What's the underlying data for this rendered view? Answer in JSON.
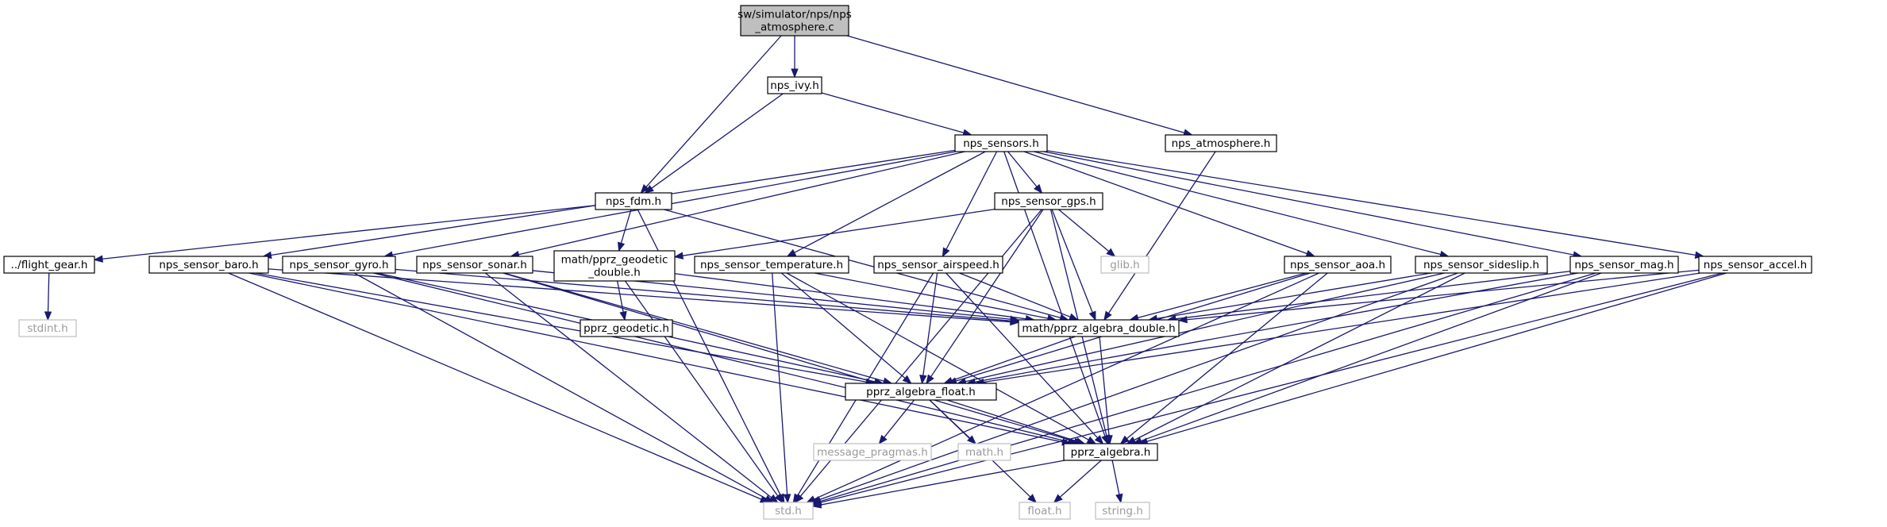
{
  "diagram": {
    "nodes": [
      {
        "id": "root",
        "lines": [
          "sw/simulator/nps/nps",
          "_atmosphere.c"
        ],
        "kind": "root"
      },
      {
        "id": "nps_ivy",
        "lines": [
          "nps_ivy.h"
        ],
        "kind": "normal"
      },
      {
        "id": "nps_atmosphere_h",
        "lines": [
          "nps_atmosphere.h"
        ],
        "kind": "normal"
      },
      {
        "id": "nps_sensors",
        "lines": [
          "nps_sensors.h"
        ],
        "kind": "normal"
      },
      {
        "id": "nps_fdm",
        "lines": [
          "nps_fdm.h"
        ],
        "kind": "normal"
      },
      {
        "id": "nps_sensor_gps",
        "lines": [
          "nps_sensor_gps.h"
        ],
        "kind": "normal"
      },
      {
        "id": "flight_gear",
        "lines": [
          "../flight_gear.h"
        ],
        "kind": "normal"
      },
      {
        "id": "nps_sensor_baro",
        "lines": [
          "nps_sensor_baro.h"
        ],
        "kind": "normal"
      },
      {
        "id": "nps_sensor_gyro",
        "lines": [
          "nps_sensor_gyro.h"
        ],
        "kind": "normal"
      },
      {
        "id": "nps_sensor_sonar",
        "lines": [
          "nps_sensor_sonar.h"
        ],
        "kind": "normal"
      },
      {
        "id": "pprz_geodetic_double",
        "lines": [
          "math/pprz_geodetic",
          "_double.h"
        ],
        "kind": "normal"
      },
      {
        "id": "nps_sensor_temperature",
        "lines": [
          "nps_sensor_temperature.h"
        ],
        "kind": "normal"
      },
      {
        "id": "nps_sensor_airspeed",
        "lines": [
          "nps_sensor_airspeed.h"
        ],
        "kind": "normal"
      },
      {
        "id": "glib",
        "lines": [
          "glib.h"
        ],
        "kind": "system"
      },
      {
        "id": "nps_sensor_aoa",
        "lines": [
          "nps_sensor_aoa.h"
        ],
        "kind": "normal"
      },
      {
        "id": "nps_sensor_sideslip",
        "lines": [
          "nps_sensor_sideslip.h"
        ],
        "kind": "normal"
      },
      {
        "id": "nps_sensor_mag",
        "lines": [
          "nps_sensor_mag.h"
        ],
        "kind": "normal"
      },
      {
        "id": "nps_sensor_accel",
        "lines": [
          "nps_sensor_accel.h"
        ],
        "kind": "normal"
      },
      {
        "id": "stdint",
        "lines": [
          "stdint.h"
        ],
        "kind": "system"
      },
      {
        "id": "pprz_geodetic",
        "lines": [
          "pprz_geodetic.h"
        ],
        "kind": "normal"
      },
      {
        "id": "pprz_algebra_double",
        "lines": [
          "math/pprz_algebra_double.h"
        ],
        "kind": "normal"
      },
      {
        "id": "pprz_algebra_float",
        "lines": [
          "pprz_algebra_float.h"
        ],
        "kind": "normal"
      },
      {
        "id": "message_pragmas",
        "lines": [
          "message_pragmas.h"
        ],
        "kind": "system"
      },
      {
        "id": "math_h",
        "lines": [
          "math.h"
        ],
        "kind": "system"
      },
      {
        "id": "pprz_algebra",
        "lines": [
          "pprz_algebra.h"
        ],
        "kind": "normal"
      },
      {
        "id": "std_h",
        "lines": [
          "std.h"
        ],
        "kind": "system"
      },
      {
        "id": "float_h",
        "lines": [
          "float.h"
        ],
        "kind": "system"
      },
      {
        "id": "string_h",
        "lines": [
          "string.h"
        ],
        "kind": "system"
      }
    ],
    "edges": [
      [
        "root",
        "nps_ivy"
      ],
      [
        "root",
        "nps_fdm"
      ],
      [
        "root",
        "nps_atmosphere_h"
      ],
      [
        "nps_ivy",
        "nps_fdm"
      ],
      [
        "nps_ivy",
        "nps_sensors"
      ],
      [
        "nps_atmosphere_h",
        "pprz_algebra_double"
      ],
      [
        "nps_sensors",
        "nps_sensor_baro"
      ],
      [
        "nps_sensors",
        "nps_sensor_gyro"
      ],
      [
        "nps_sensors",
        "nps_sensor_sonar"
      ],
      [
        "nps_sensors",
        "nps_sensor_temperature"
      ],
      [
        "nps_sensors",
        "nps_sensor_airspeed"
      ],
      [
        "nps_sensors",
        "nps_sensor_gps"
      ],
      [
        "nps_sensors",
        "nps_sensor_aoa"
      ],
      [
        "nps_sensors",
        "nps_sensor_sideslip"
      ],
      [
        "nps_sensors",
        "nps_sensor_mag"
      ],
      [
        "nps_sensors",
        "nps_sensor_accel"
      ],
      [
        "nps_sensors",
        "pprz_algebra"
      ],
      [
        "nps_fdm",
        "flight_gear"
      ],
      [
        "nps_fdm",
        "pprz_geodetic_double"
      ],
      [
        "nps_fdm",
        "pprz_algebra_double"
      ],
      [
        "nps_fdm",
        "std_h"
      ],
      [
        "nps_sensor_gps",
        "pprz_geodetic_double"
      ],
      [
        "nps_sensor_gps",
        "glib"
      ],
      [
        "nps_sensor_gps",
        "pprz_algebra_double"
      ],
      [
        "nps_sensor_gps",
        "pprz_algebra_float"
      ],
      [
        "nps_sensor_gps",
        "pprz_algebra"
      ],
      [
        "nps_sensor_gps",
        "std_h"
      ],
      [
        "flight_gear",
        "stdint"
      ],
      [
        "nps_sensor_baro",
        "pprz_algebra_double"
      ],
      [
        "nps_sensor_baro",
        "pprz_algebra_float"
      ],
      [
        "nps_sensor_baro",
        "pprz_algebra"
      ],
      [
        "nps_sensor_baro",
        "std_h"
      ],
      [
        "nps_sensor_gyro",
        "pprz_algebra_double"
      ],
      [
        "nps_sensor_gyro",
        "pprz_algebra_float"
      ],
      [
        "nps_sensor_gyro",
        "pprz_algebra"
      ],
      [
        "nps_sensor_gyro",
        "std_h"
      ],
      [
        "nps_sensor_sonar",
        "pprz_algebra_double"
      ],
      [
        "nps_sensor_sonar",
        "pprz_algebra_float"
      ],
      [
        "nps_sensor_sonar",
        "pprz_algebra"
      ],
      [
        "nps_sensor_sonar",
        "std_h"
      ],
      [
        "pprz_geodetic_double",
        "pprz_geodetic"
      ],
      [
        "pprz_geodetic_double",
        "pprz_algebra_double"
      ],
      [
        "pprz_geodetic_double",
        "std_h"
      ],
      [
        "nps_sensor_temperature",
        "pprz_algebra_double"
      ],
      [
        "nps_sensor_temperature",
        "pprz_algebra_float"
      ],
      [
        "nps_sensor_temperature",
        "pprz_algebra"
      ],
      [
        "nps_sensor_temperature",
        "std_h"
      ],
      [
        "nps_sensor_airspeed",
        "pprz_algebra_double"
      ],
      [
        "nps_sensor_airspeed",
        "pprz_algebra_float"
      ],
      [
        "nps_sensor_airspeed",
        "pprz_algebra"
      ],
      [
        "nps_sensor_airspeed",
        "std_h"
      ],
      [
        "nps_sensor_aoa",
        "pprz_algebra_double"
      ],
      [
        "nps_sensor_aoa",
        "pprz_algebra_float"
      ],
      [
        "nps_sensor_aoa",
        "pprz_algebra"
      ],
      [
        "nps_sensor_aoa",
        "std_h"
      ],
      [
        "nps_sensor_sideslip",
        "pprz_algebra_double"
      ],
      [
        "nps_sensor_sideslip",
        "pprz_algebra_float"
      ],
      [
        "nps_sensor_sideslip",
        "pprz_algebra"
      ],
      [
        "nps_sensor_sideslip",
        "std_h"
      ],
      [
        "nps_sensor_mag",
        "pprz_algebra_double"
      ],
      [
        "nps_sensor_mag",
        "pprz_algebra_float"
      ],
      [
        "nps_sensor_mag",
        "pprz_algebra"
      ],
      [
        "nps_sensor_mag",
        "std_h"
      ],
      [
        "nps_sensor_accel",
        "pprz_algebra_double"
      ],
      [
        "nps_sensor_accel",
        "pprz_algebra_float"
      ],
      [
        "nps_sensor_accel",
        "pprz_algebra"
      ],
      [
        "nps_sensor_accel",
        "std_h"
      ],
      [
        "pprz_algebra_double",
        "pprz_algebra_float"
      ],
      [
        "pprz_algebra_double",
        "pprz_algebra"
      ],
      [
        "pprz_algebra_float",
        "message_pragmas"
      ],
      [
        "pprz_algebra_float",
        "math_h"
      ],
      [
        "pprz_algebra_float",
        "pprz_algebra"
      ],
      [
        "pprz_algebra_float",
        "float_h"
      ],
      [
        "pprz_algebra",
        "std_h"
      ],
      [
        "pprz_algebra",
        "float_h"
      ],
      [
        "pprz_algebra",
        "string_h"
      ]
    ]
  }
}
